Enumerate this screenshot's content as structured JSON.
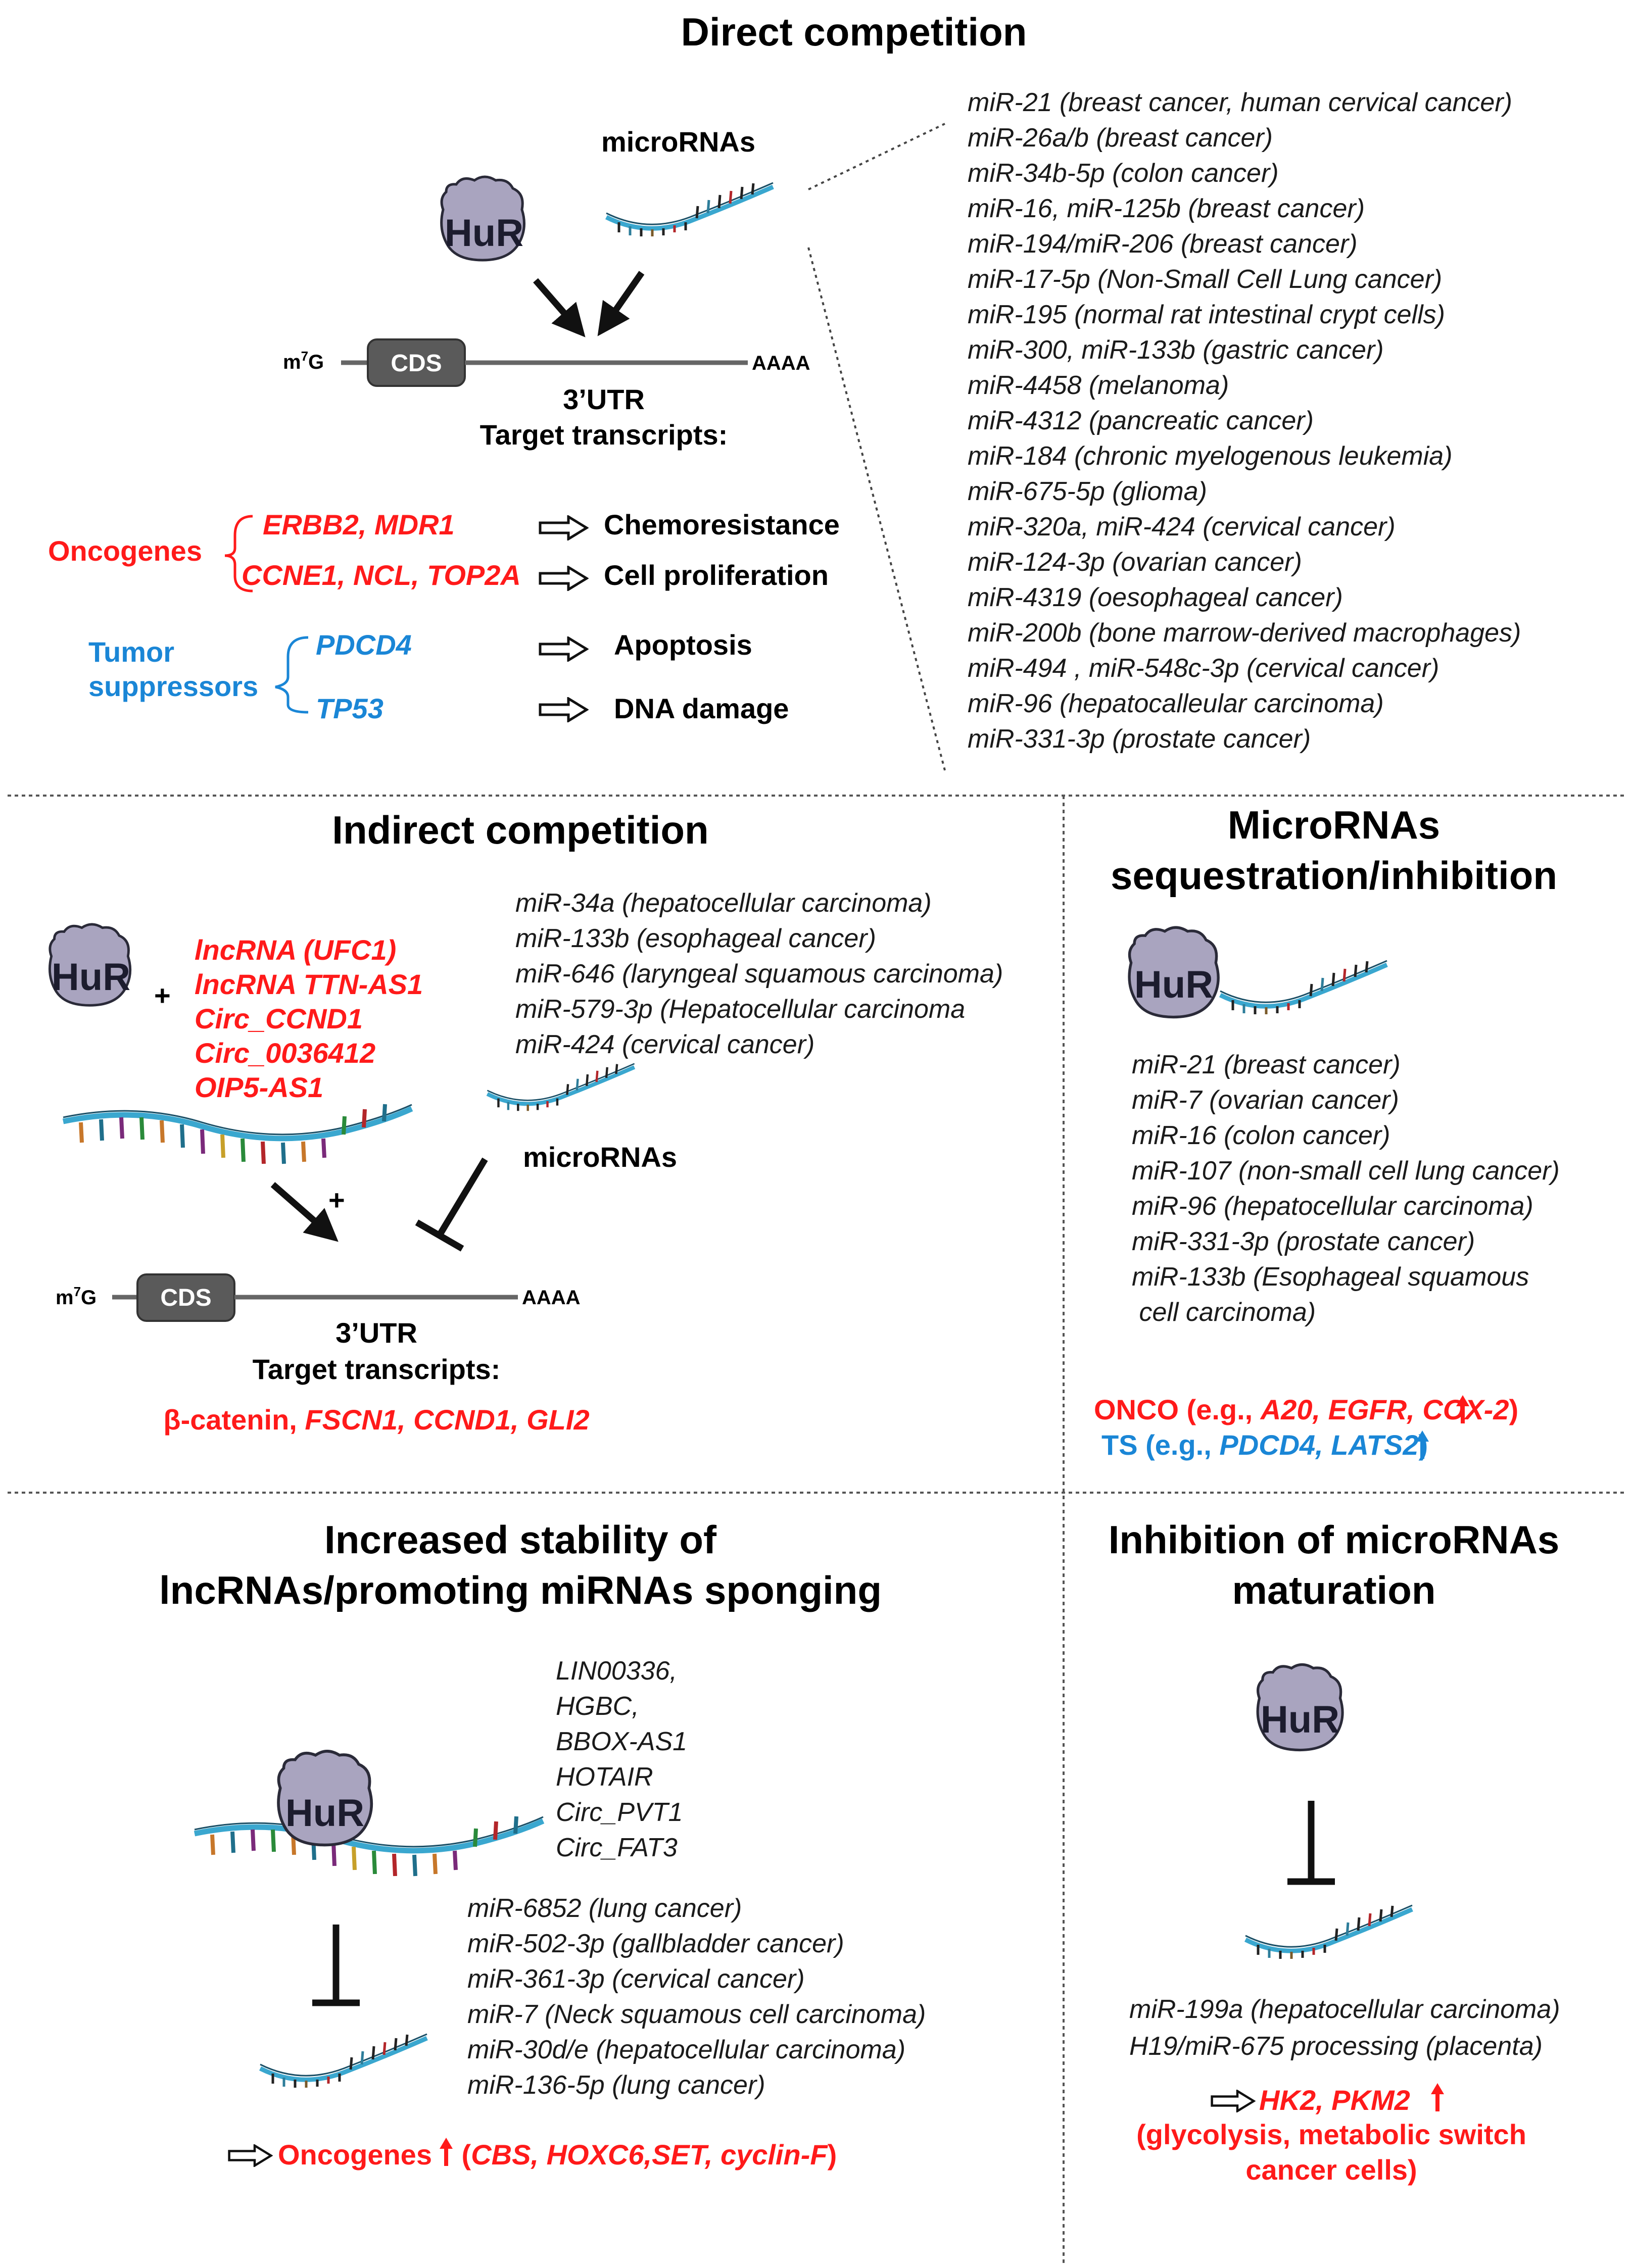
{
  "colors": {
    "red": "#ff1a1a",
    "blue": "#1a86d6",
    "hur_fill": "#a9a4bf",
    "rna_backbone": "#3aa7cf",
    "cds_fill": "#5a5a5a"
  },
  "icons": {
    "hur": "hur-protein-icon",
    "rna": "rna-strand-icon",
    "arrow": "outline-arrow-icon",
    "up": "up-arrow-icon"
  },
  "hur_label": "HuR",
  "direct": {
    "title": "Direct competition",
    "microrna_label": "microRNAs",
    "transcript": {
      "m7g": "m",
      "m7g_sup": "7",
      "m7g_end": "G",
      "cds": "CDS",
      "polyA": "AAAA",
      "utr": "3’UTR"
    },
    "target_label": "Target transcripts:",
    "oncogenes_label": "Oncogenes",
    "tumor_label_1": "Tumor",
    "tumor_label_2": "suppressors",
    "targets": [
      {
        "genes": "ERBB2, MDR1",
        "effect": "Chemoresistance"
      },
      {
        "genes": "CCNE1, NCL, TOP2A",
        "effect": "Cell proliferation"
      },
      {
        "genes": "PDCD4",
        "effect": "Apoptosis"
      },
      {
        "genes": "TP53",
        "effect": "DNA damage"
      }
    ],
    "mirnas": [
      "miR-21 (breast cancer, human cervical cancer)",
      "miR-26a/b (breast cancer)",
      "miR-34b-5p (colon cancer)",
      "miR-16, miR-125b (breast cancer)",
      "miR-194/miR-206 (breast cancer)",
      "miR-17-5p (Non-Small Cell Lung cancer)",
      "miR-195 (normal rat intestinal crypt cells)",
      "miR-300, miR-133b (gastric cancer)",
      "miR-4458 (melanoma)",
      "miR-4312 (pancreatic cancer)",
      "miR-184 (chronic myelogenous leukemia)",
      "miR-675-5p (glioma)",
      "miR-320a, miR-424 (cervical cancer)",
      "miR-124-3p (ovarian cancer)",
      "miR-4319 (oesophageal cancer)",
      "miR-200b (bone marrow-derived macrophages)",
      "miR-494 , miR-548c-3p (cervical cancer)",
      "miR-96 (hepatocalleular carcinoma)",
      "miR-331-3p (prostate cancer)"
    ]
  },
  "indirect": {
    "title": "Indirect competition",
    "plus": "+",
    "lncrnas": [
      "lncRNA (UFC1)",
      "lncRNA TTN-AS1",
      "Circ_CCND1",
      "Circ_0036412",
      "OIP5-AS1"
    ],
    "mirnas": [
      "miR-34a (hepatocellular carcinoma)",
      "miR-133b (esophageal cancer)",
      "miR-646 (laryngeal squamous carcinoma)",
      "miR-579-3p (Hepatocellular carcinoma",
      "miR-424 (cervical cancer)"
    ],
    "microrna_label": "microRNAs",
    "transcript": {
      "m7g": "m",
      "m7g_sup": "7",
      "m7g_end": "G",
      "cds": "CDS",
      "polyA": "AAAA",
      "utr": "3’UTR"
    },
    "target_label": "Target transcripts:",
    "targets_first": "β-catenin, ",
    "targets_rest": "FSCN1, CCND1, GLI2"
  },
  "sequestration": {
    "title_1": "MicroRNAs",
    "title_2": "sequestration/inhibition",
    "mirnas": [
      "miR-21 (breast cancer)",
      "miR-7 (ovarian cancer)",
      "miR-16 (colon cancer)",
      "miR-107 (non-small cell lung cancer)",
      "miR-96 (hepatocellular carcinoma)",
      "miR-331-3p (prostate cancer)",
      "miR-133b (Esophageal squamous",
      " cell carcinoma)"
    ],
    "onco_prefix": "ONCO (e.g., ",
    "onco_genes": "A20, EGFR, COX-2",
    "onco_suffix": ")",
    "ts_prefix": "TS (e.g., ",
    "ts_genes": "PDCD4, LATS2",
    "ts_suffix": ")"
  },
  "stability": {
    "title_1": "Increased stability of",
    "title_2": "lncRNAs/promoting miRNAs sponging",
    "lncrnas": [
      "LIN00336,",
      "HGBC,",
      "BBOX-AS1",
      "HOTAIR",
      "Circ_PVT1",
      "Circ_FAT3"
    ],
    "mirnas": [
      "miR-6852 (lung cancer)",
      "miR-502-3p (gallbladder cancer)",
      "miR-361-3p (cervical cancer)",
      "miR-7 (Neck squamous cell carcinoma)",
      "miR-30d/e (hepatocellular carcinoma)",
      "miR-136-5p (lung cancer)"
    ],
    "result_label": "Oncogenes",
    "result_genes_open": " (",
    "result_genes": "CBS, HOXC6,SET, cyclin-F",
    "result_close": ")"
  },
  "maturation": {
    "title_1": "Inhibition of microRNAs",
    "title_2": "maturation",
    "mirnas": [
      "miR-199a (hepatocellular carcinoma)",
      "H19/miR-675 processing (placenta)"
    ],
    "genes": "HK2, PKM2",
    "effect_1": "(glycolysis, metabolic switch",
    "effect_2": "cancer cells)"
  }
}
